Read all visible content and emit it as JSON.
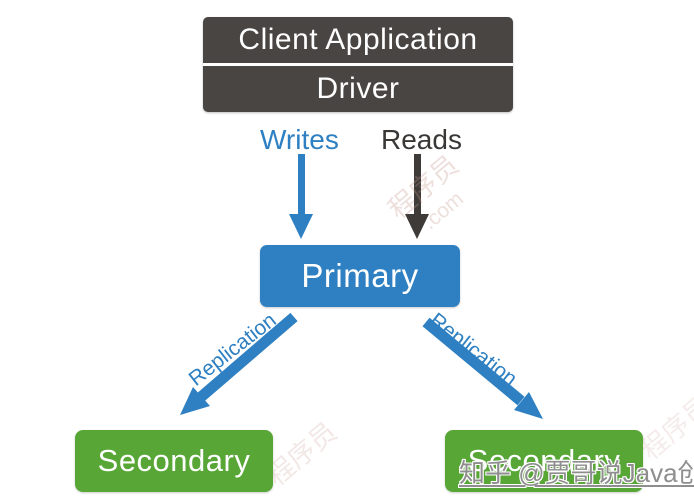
{
  "diagram": {
    "client_box": {
      "line1": "Client Application",
      "line2": "Driver"
    },
    "primary": {
      "label": "Primary"
    },
    "secondary_left": {
      "label": "Secondary"
    },
    "secondary_right": {
      "label": "Secondary"
    },
    "edges": {
      "writes": "Writes",
      "reads": "Reads",
      "replication_left": "Replication",
      "replication_right": "Replication"
    }
  },
  "watermarks": {
    "zhihu": "知乎 @贾哥说Java创业",
    "faint_line1": "程序员",
    "faint_line2": ".com"
  },
  "colors": {
    "blue": "#2e80c2",
    "green": "#57a636",
    "dark_box": "#484543",
    "reads_arrow_dark": "#3e3b39",
    "background": "#ffffff",
    "watermark_gray": "#8e8e8e"
  }
}
